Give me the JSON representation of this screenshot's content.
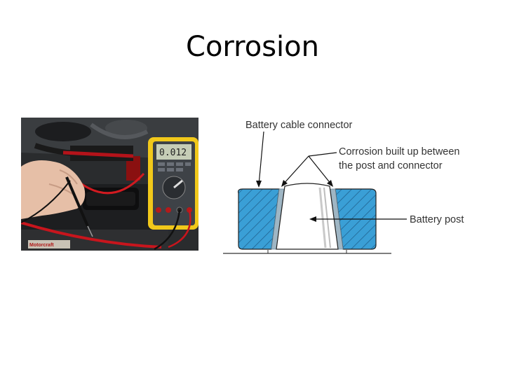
{
  "slide": {
    "title": "Corrosion"
  },
  "photo": {
    "meter_reading": "0.012",
    "battery_brand": "Motorcraft"
  },
  "diagram": {
    "labels": {
      "connector": "Battery cable connector",
      "corrosion_line1": "Corrosion built up between",
      "corrosion_line2": "the post and connector",
      "post": "Battery post"
    },
    "colors": {
      "connector_fill": "#3a9fd6",
      "hatch": "#1f5f8c",
      "corrosion": "#9fb6c4"
    }
  }
}
